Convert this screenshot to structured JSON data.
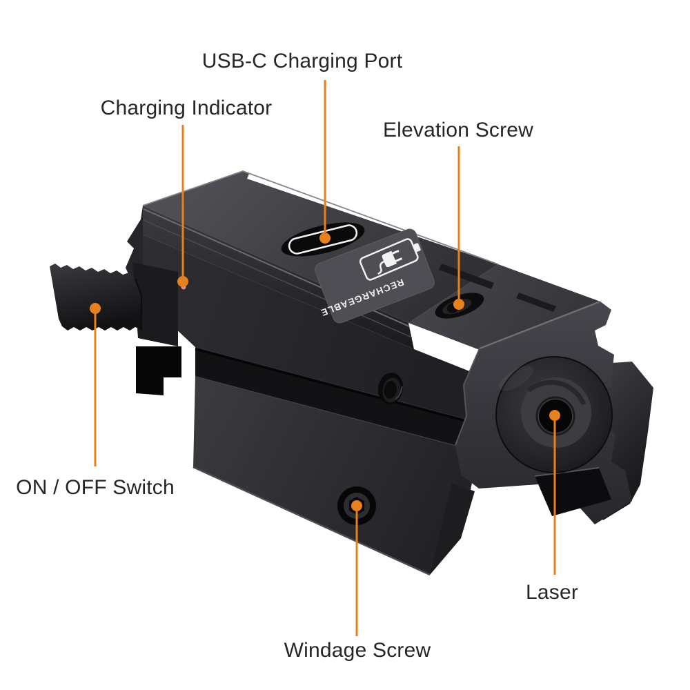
{
  "diagram": {
    "background": "#ffffff",
    "accent_color": "#E8811C",
    "led_color": "#DC8F8F",
    "panel_text": "RECHARGEABLE",
    "callouts": [
      {
        "id": "usb-c-charging-port",
        "label": "USB-C Charging Port"
      },
      {
        "id": "charging-indicator",
        "label": "Charging Indicator"
      },
      {
        "id": "elevation-screw",
        "label": "Elevation Screw"
      },
      {
        "id": "on-off-switch",
        "label": "ON / OFF Switch"
      },
      {
        "id": "laser",
        "label": "Laser"
      },
      {
        "id": "windage-screw",
        "label": "Windage Screw"
      }
    ]
  }
}
